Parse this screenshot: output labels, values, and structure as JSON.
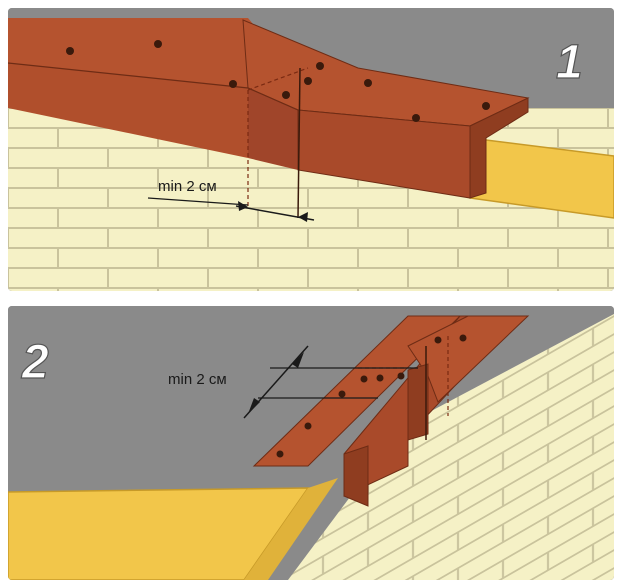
{
  "panels": [
    {
      "step_number": "1",
      "dimension_label": "min 2 см"
    },
    {
      "step_number": "2",
      "dimension_label": "min 2 см"
    }
  ],
  "colors": {
    "metal": "#b5532f",
    "metal_dark": "#8f3d20",
    "metal_edge": "#6e2c15",
    "brick": "#f5f1c6",
    "mortar": "#c9c39c",
    "background": "#8a8a8a",
    "underlay": "#f2c64a"
  }
}
